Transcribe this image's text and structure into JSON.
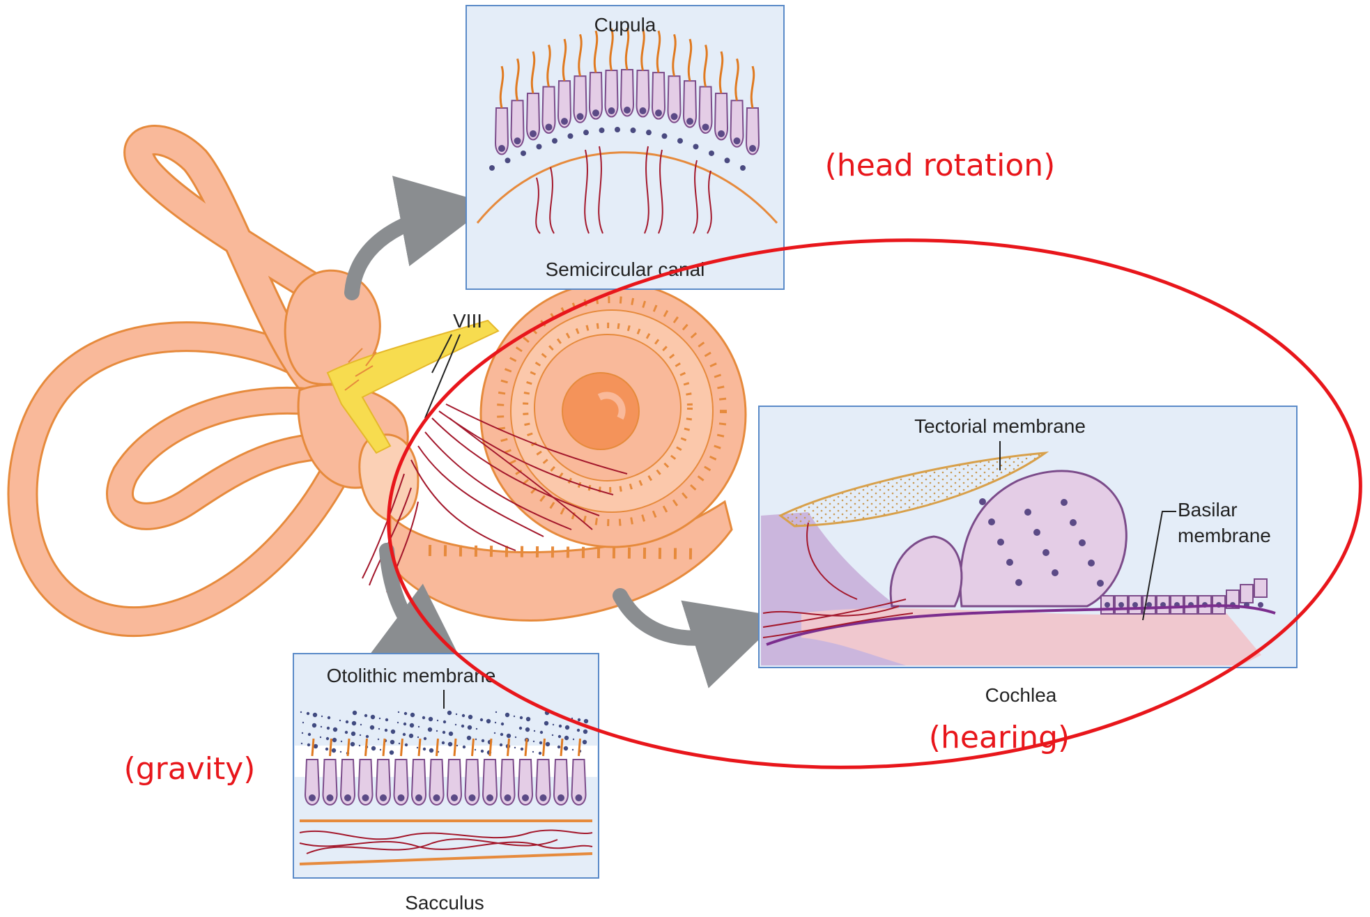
{
  "colors": {
    "labyrinth_fill": "#f9b99a",
    "labyrinth_stroke": "#e68a3c",
    "nerve": "#f7dc4f",
    "fiber": "#a3172b",
    "hair_cell_fill": "#e4cde6",
    "hair_cell_stroke": "#7b4b8a",
    "panel_bg": "#e4edf8",
    "panel_border": "#5a8ac8",
    "arrow": "#8a8d90",
    "annotation": "#e8161b",
    "tectorial": "#f3d9a0"
  },
  "labels": {
    "nerve": "VIII",
    "cupula": "Cupula",
    "semicircular_canal": "Semicircular canal",
    "otolithic_membrane": "Otolithic membrane",
    "sacculus": "Sacculus",
    "tectorial_membrane": "Tectorial membrane",
    "basilar_line1": "Basilar",
    "basilar_line2": "membrane",
    "cochlea": "Cochlea"
  },
  "annotations": {
    "head_rotation": "(head rotation)",
    "gravity": "(gravity)",
    "hearing": "(hearing)"
  }
}
